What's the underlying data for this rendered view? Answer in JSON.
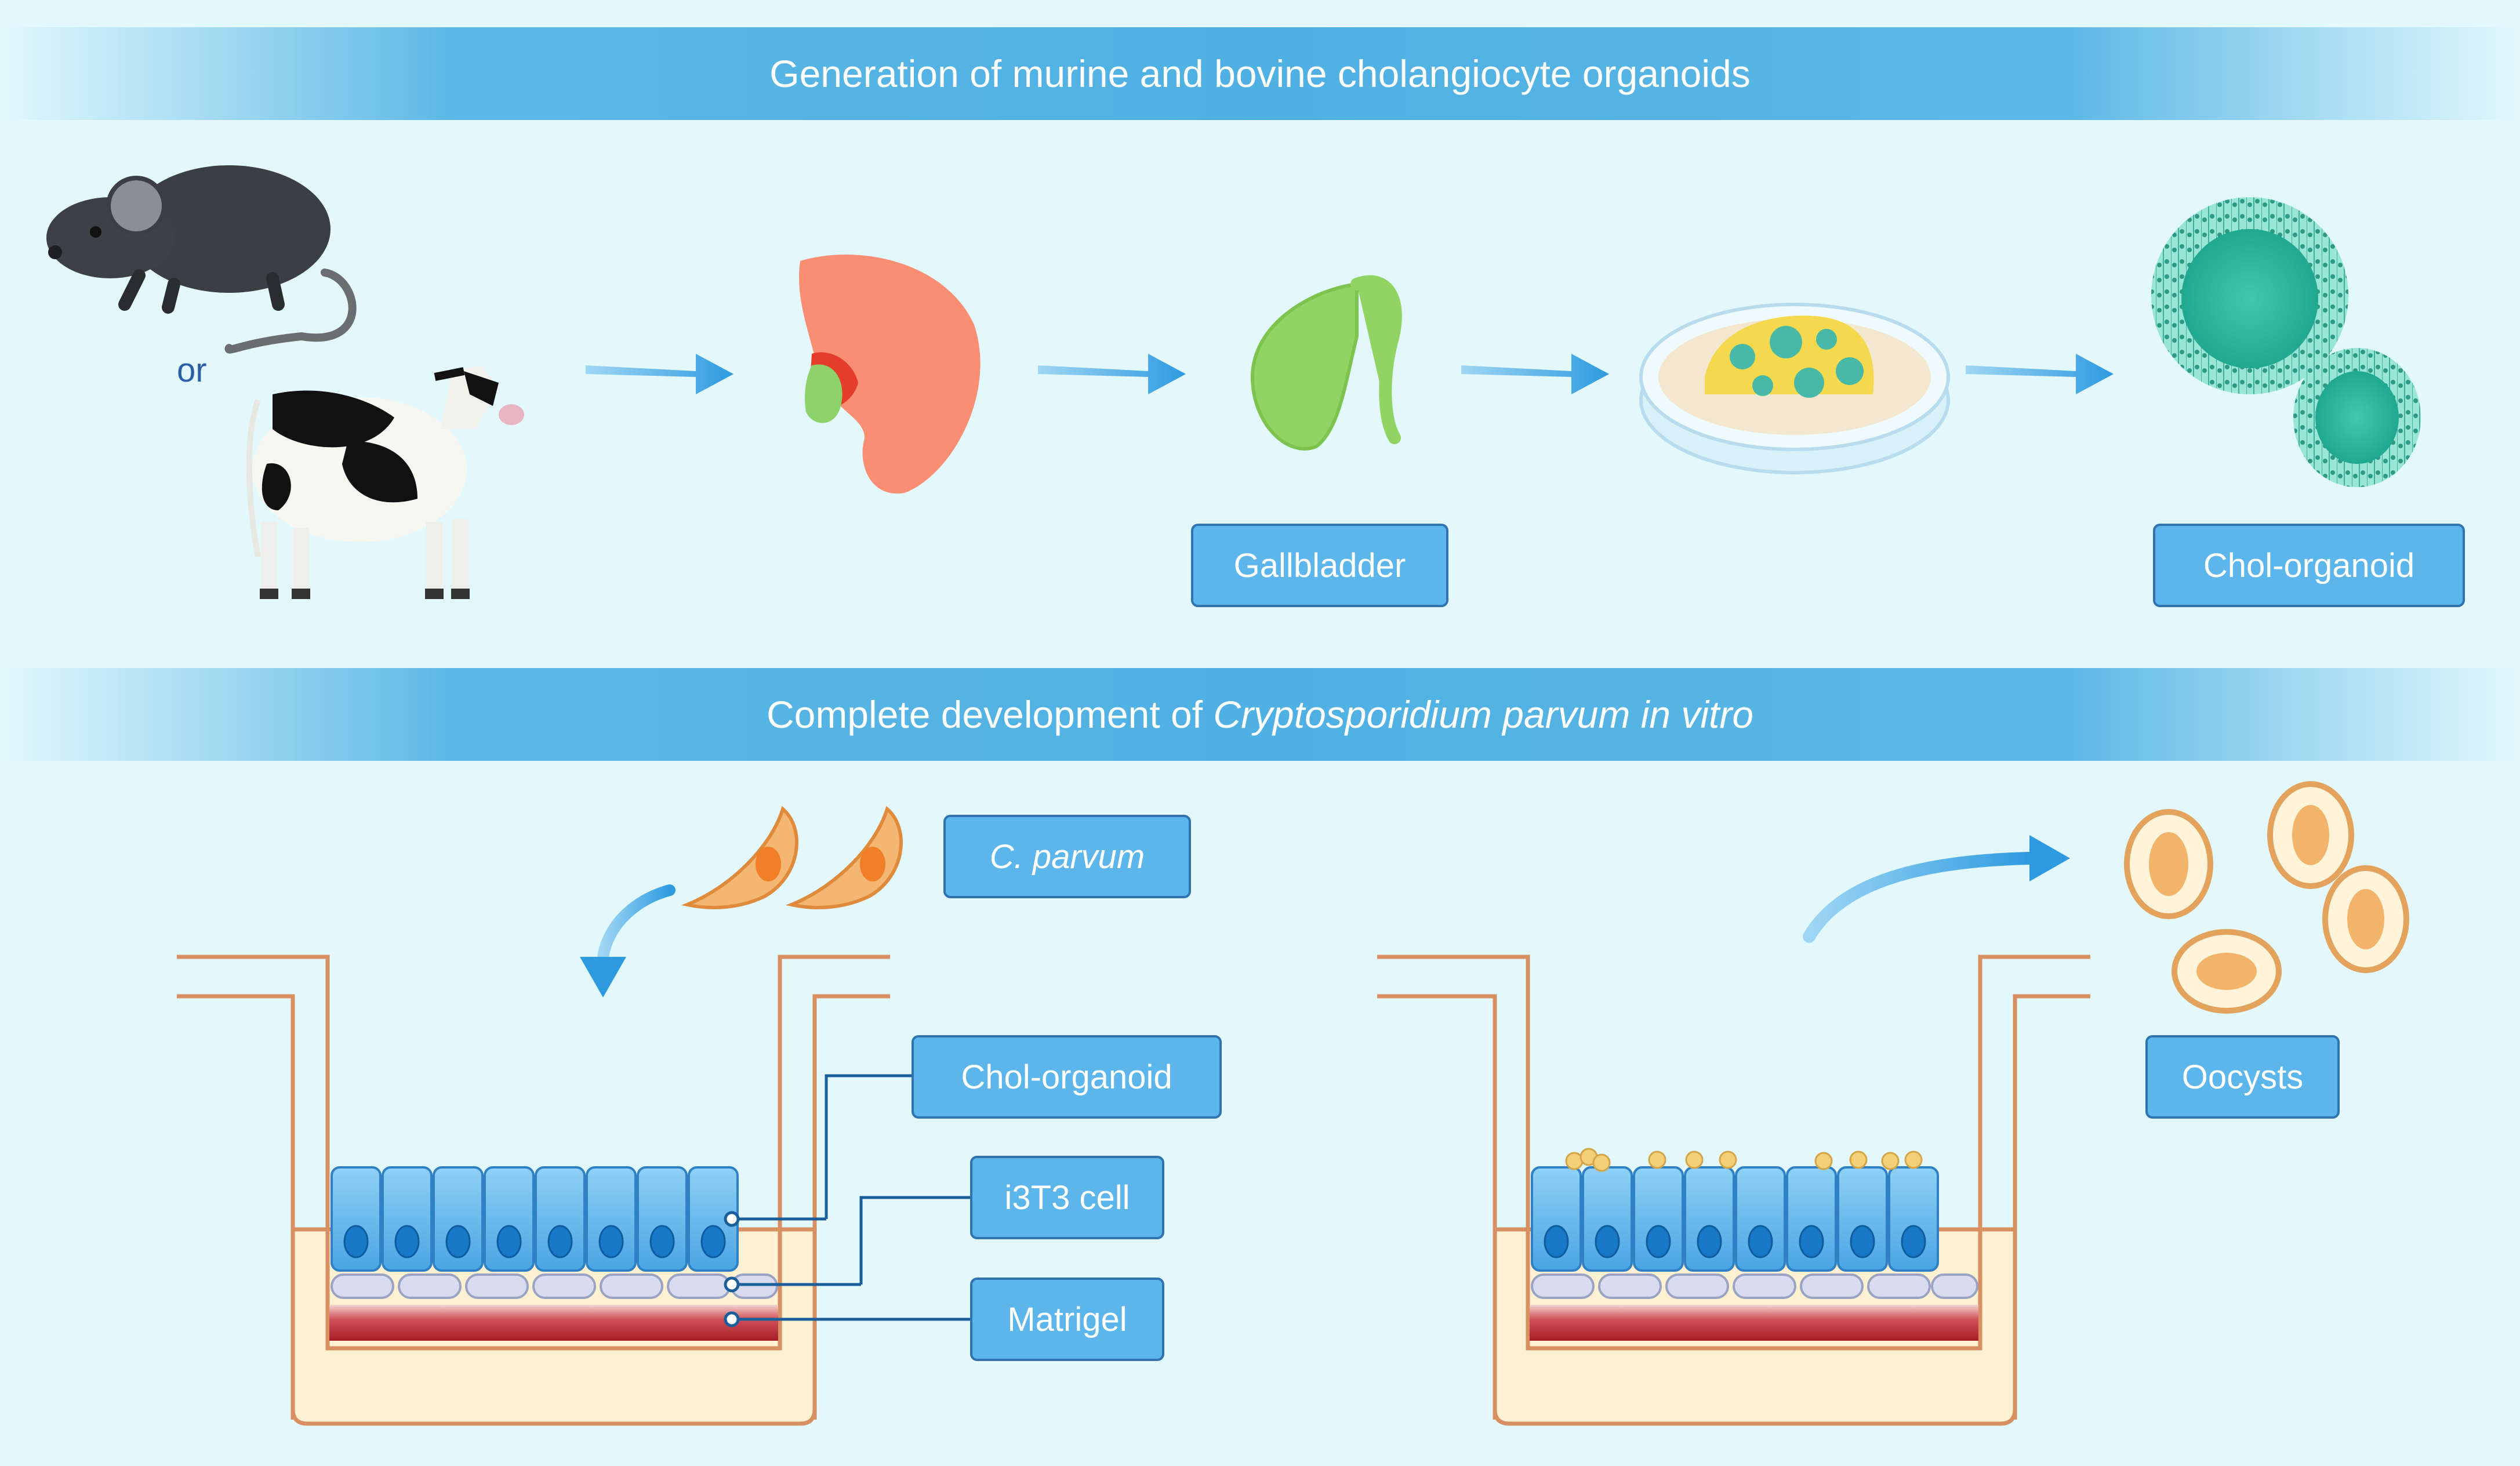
{
  "banners": {
    "top": "Generation of murine and bovine cholangiocyte organoids",
    "bottom_prefix": "Complete development of ",
    "bottom_italic": "Cryptosporidium parvum in vitro"
  },
  "labels": {
    "or": "or",
    "gallbladder": "Gallbladder",
    "chol_organoid_top": "Chol-organoid",
    "c_parvum": "C. parvum",
    "chol_organoid": "Chol-organoid",
    "i3t3": "i3T3 cell",
    "matrigel": "Matrigel",
    "oocysts": "Oocysts"
  },
  "colors": {
    "background": "#e2f8fc",
    "banner": "#4fb0e3",
    "label_fill": "#5cb6ec",
    "label_border": "#2f74b0",
    "arrow": "#2e9be0",
    "well_outline": "#d88f62",
    "medium": "#fdf1d2",
    "matrigel": "#b8232a",
    "cell": "#62b4ea",
    "nucleus": "#1879c8"
  }
}
